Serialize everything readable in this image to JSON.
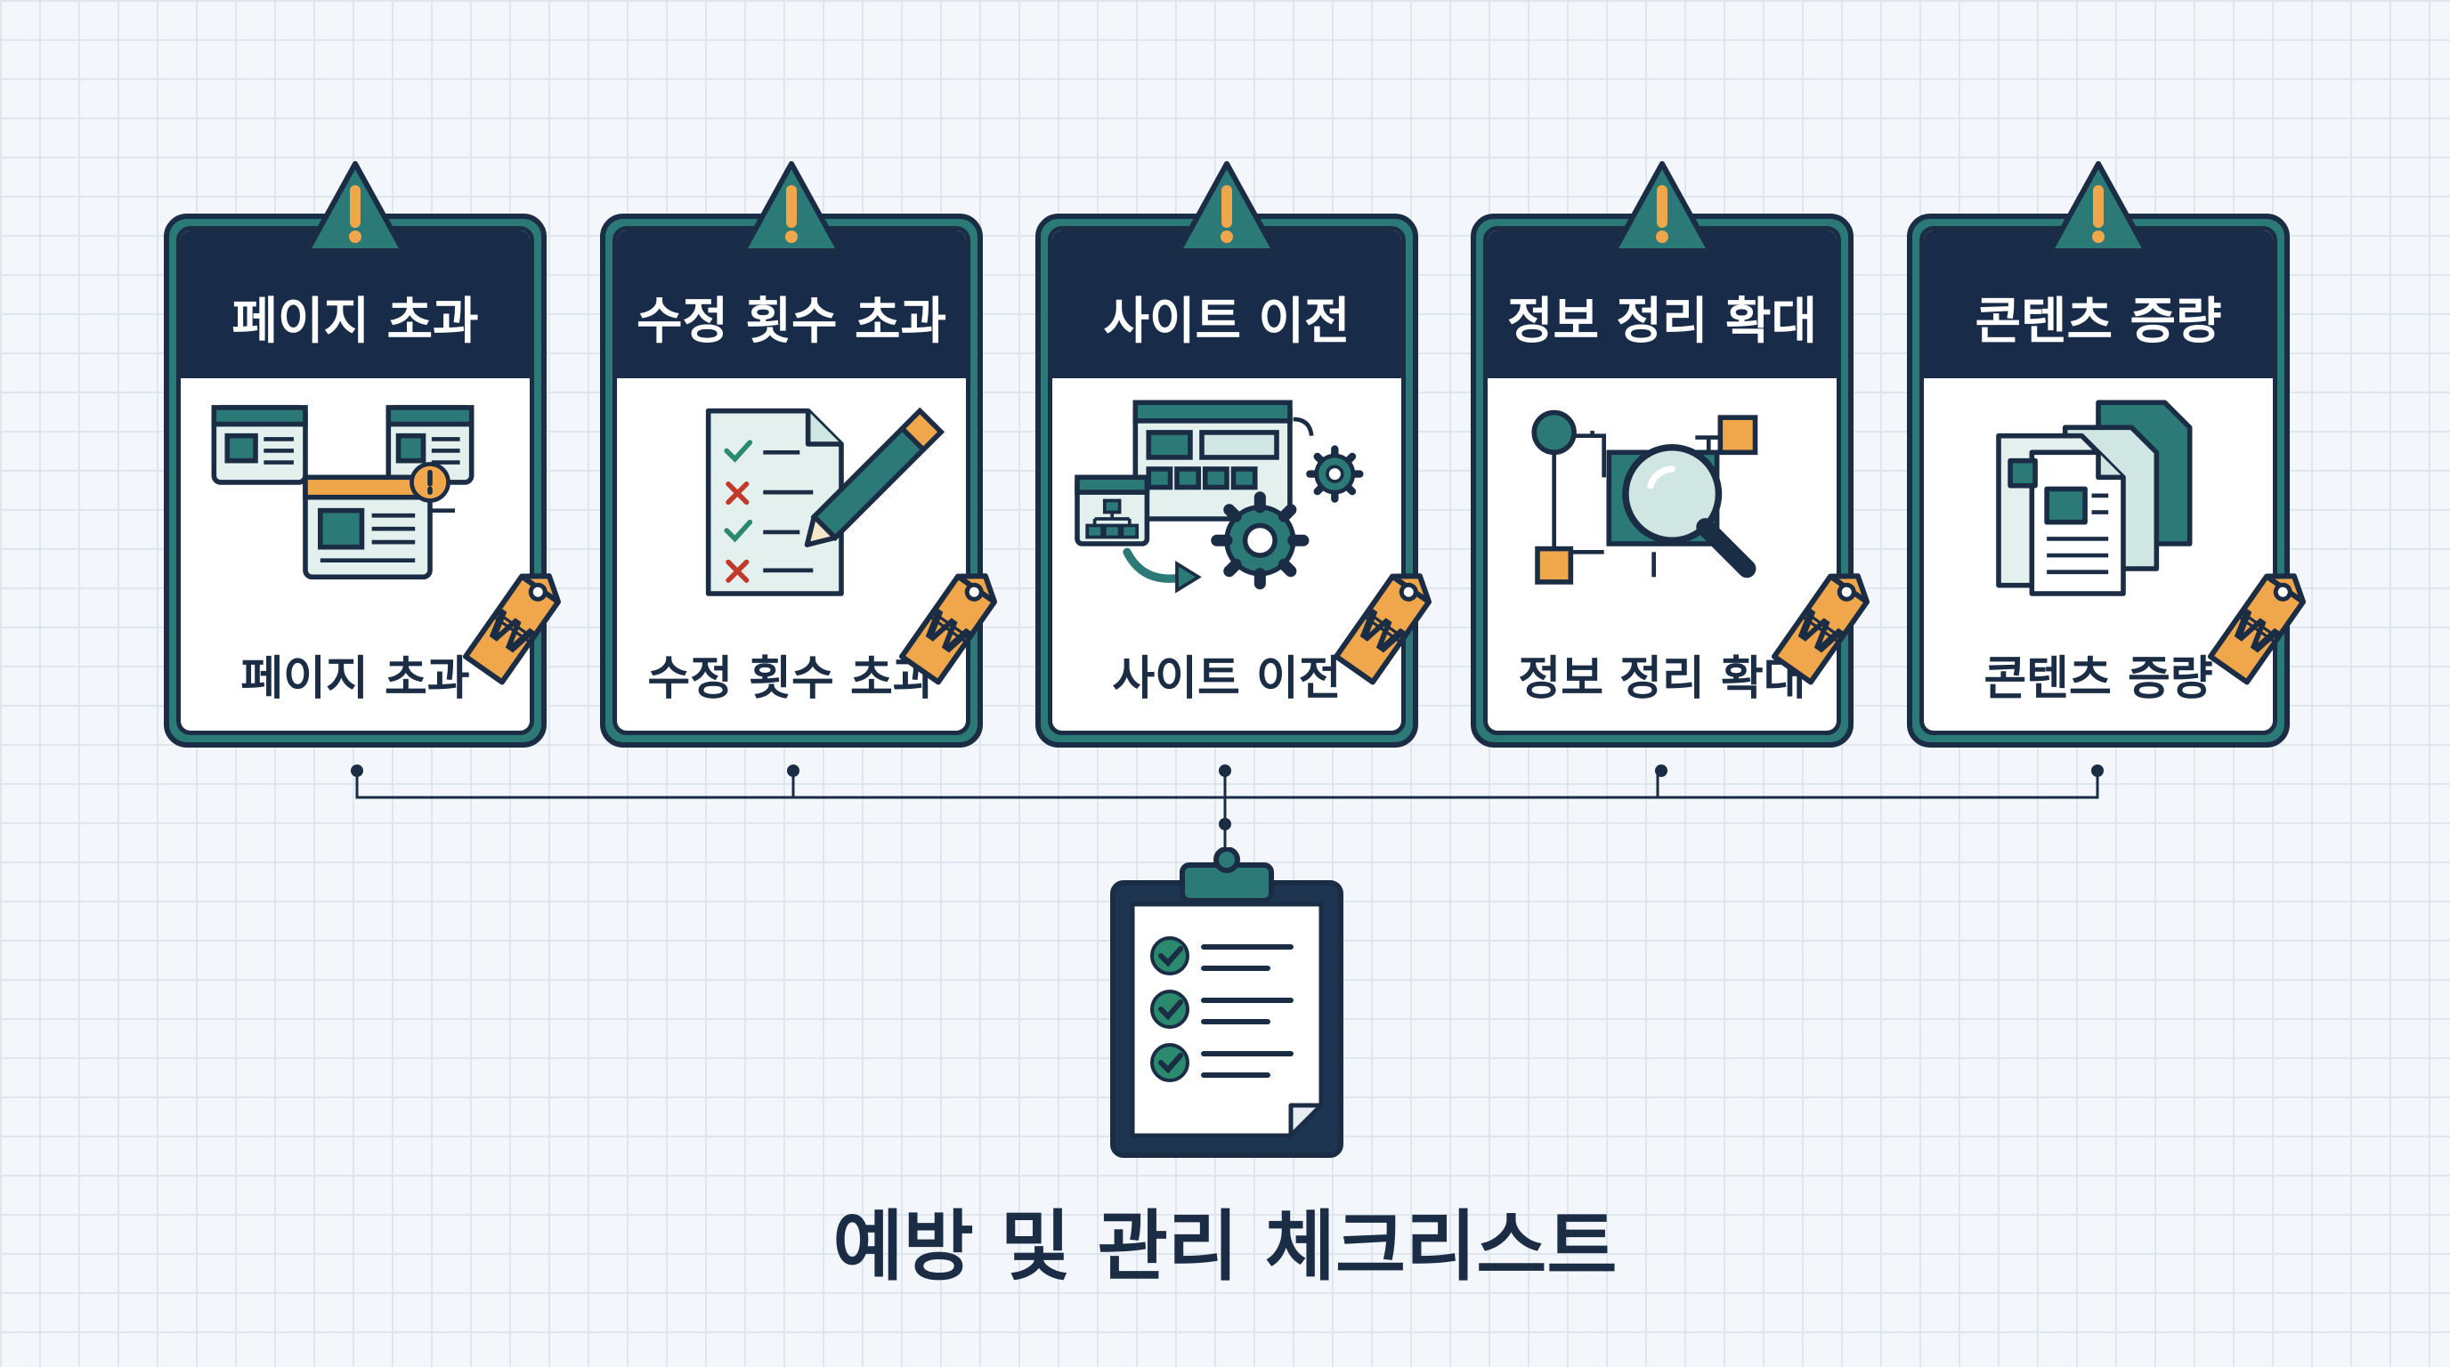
{
  "cards": [
    {
      "title": "페이지 초과",
      "label": "페이지 초과",
      "icon": "page-overflow-icon"
    },
    {
      "title": "수정 횟수 초과",
      "label": "수정 횟수 초과",
      "icon": "revision-checklist-icon"
    },
    {
      "title": "사이트 이전",
      "label": "사이트 이전",
      "icon": "site-migration-icon"
    },
    {
      "title": "정보 정리 확대",
      "label": "정보 정리 확대",
      "icon": "information-search-icon"
    },
    {
      "title": "콘텐츠 증량",
      "label": "콘텐츠 증량",
      "icon": "content-documents-icon"
    }
  ],
  "tag_symbol": "₩",
  "checklist": {
    "title": "예방 및 관리 체크리스트",
    "icon": "clipboard-checklist-icon"
  },
  "colors": {
    "navy": "#182c4a",
    "teal": "#2b7a78",
    "light_teal": "#cfe6e3",
    "orange": "#f0a64a",
    "red": "#c0392b",
    "green": "#2b8a6e"
  }
}
